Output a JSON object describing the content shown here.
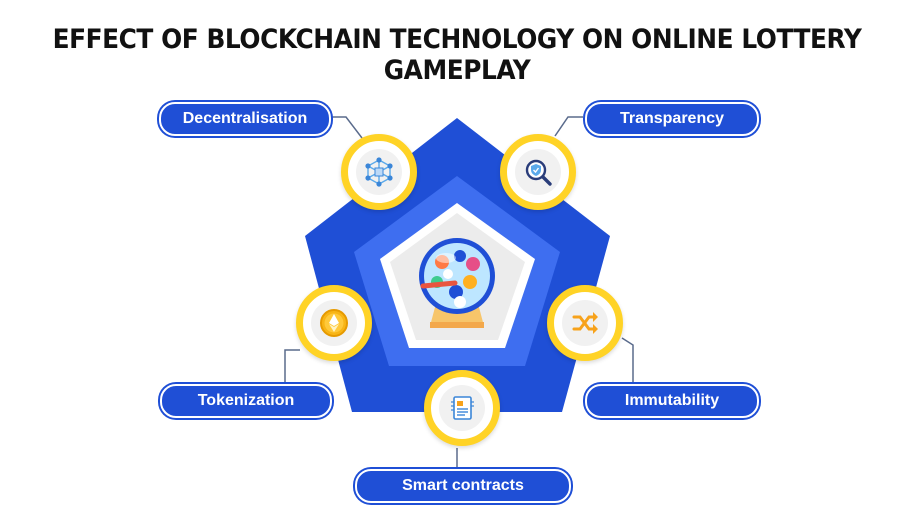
{
  "title": "EFFECT OF BLOCKCHAIN TECHNOLOGY ON ONLINE LOTTERY GAMEPLAY",
  "colors": {
    "pentagon_outer": "#1f4fd6",
    "pentagon_mid": "#3e6ef0",
    "pentagon_inner": "#ececec",
    "badge_ring": "#ffd326",
    "pill": "#1f4fd6",
    "connector": "#5a6b8c"
  },
  "center_icon": "lottery-machine-icon",
  "features": [
    {
      "label": "Decentralisation",
      "icon": "network-nodes-icon"
    },
    {
      "label": "Transparency",
      "icon": "shield-magnifier-icon"
    },
    {
      "label": "Tokenization",
      "icon": "ethereum-coin-icon"
    },
    {
      "label": "Immutability",
      "icon": "shuffle-arrows-icon"
    },
    {
      "label": "Smart contracts",
      "icon": "contract-document-icon"
    }
  ]
}
